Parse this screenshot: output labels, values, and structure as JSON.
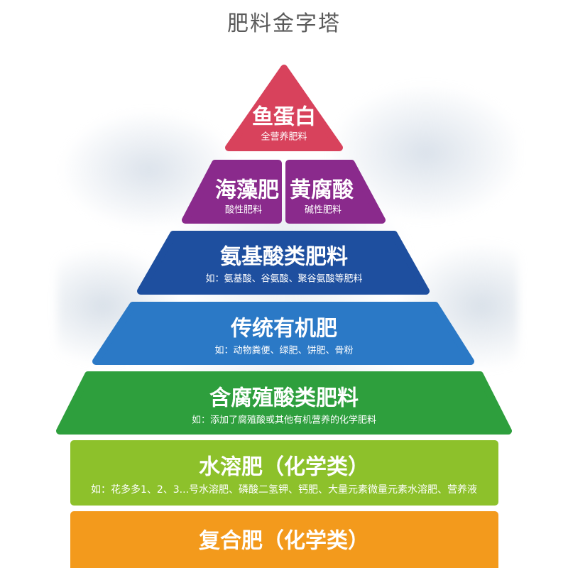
{
  "title": "肥料金字塔",
  "tiers": [
    {
      "color": "#d8425c",
      "blocks": [
        {
          "name": "鱼蛋白",
          "desc": "全营养肥料"
        }
      ]
    },
    {
      "color": "#8a2a8c",
      "blocks": [
        {
          "name": "海藻肥",
          "desc": "酸性肥料"
        },
        {
          "name": "黄腐酸",
          "desc": "碱性肥料"
        }
      ]
    },
    {
      "color": "#1e4f9f",
      "blocks": [
        {
          "name": "氨基酸类肥料",
          "desc": "如：氨基酸、谷氨酸、聚谷氨酸等肥料"
        }
      ]
    },
    {
      "color": "#2b79c6",
      "blocks": [
        {
          "name": "传统有机肥",
          "desc": "如：动物粪便、绿肥、饼肥、骨粉"
        }
      ]
    },
    {
      "color": "#2e9f3d",
      "blocks": [
        {
          "name": "含腐殖酸类肥料",
          "desc": "如：添加了腐殖酸或其他有机营养的化学肥料"
        }
      ]
    },
    {
      "color": "#8dc12b",
      "blocks": [
        {
          "name": "水溶肥（化学类）",
          "desc": "如：花多多1、2、3...号水溶肥、磷酸二氢钾、钙肥、大量元素微量元素水溶肥、营养液"
        }
      ]
    },
    {
      "color": "#f39a1c",
      "blocks": [
        {
          "name": "复合肥（化学类）"
        }
      ]
    }
  ]
}
